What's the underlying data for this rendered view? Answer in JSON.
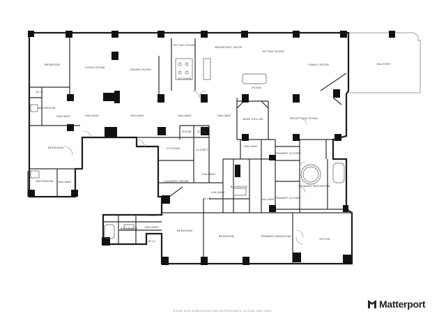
{
  "rooms": {
    "bedroom_nw": "BEDROOM",
    "living_room": "LIVING ROOM",
    "dining_room": "DINING ROOM",
    "sitting_room_top": "SITTING ROOM",
    "breakfast_nook": "BREAKFAST NOOK",
    "sitting_room": "SITTING ROOM",
    "family_room": "FAMILY ROOM",
    "balcony": "BALCONY",
    "kitchen_upper": "KITCHEN",
    "room_center": "ROOM",
    "wic_nw": "W.I.C",
    "bathroom_nw": "BATHROOM",
    "hallway_w": "HALLWAY",
    "hallway_1": "HALLWAY",
    "hallway_2": "HALLWAY",
    "hallway_3": "HALLWAY",
    "hallway_4": "HALLWAY",
    "wine_cellar": "WINE CELLAR",
    "reception_room": "RECEPTION ROOM",
    "room_a": "ROOM",
    "room_b": "ROOM",
    "bedroom_w": "BEDROOM",
    "kitchen_lower": "KITCHEN",
    "closet_a": "CLOSET",
    "hallway_mid": "HALLWAY",
    "primary_closet_1": "PRIMARY CLOSET",
    "primary_closet_2": "PRIMARY CLOSET",
    "primary_bathroom": "PRIMARY BATHROOM",
    "laundry_room": "LAUNDRY ROOM",
    "hallway_center": "HALLWAY",
    "bathroom_sw": "BATHROOM",
    "hallway_sw": "HALLWAY",
    "bathroom_center": "BATHROOM",
    "hallway_c2": "HALLWAY",
    "wic_c": "W.I.C",
    "hallway_c3": "HALLWAY",
    "wic_s1": "W.I.C",
    "bathroom_s": "BATHROOM",
    "hallway_s": "HALLWAY",
    "wic_s2": "W.I.C",
    "bedroom_s1": "BEDROOM",
    "bedroom_s2": "BEDROOM",
    "primary_bedroom": "PRIMARY BEDROOM",
    "office": "OFFICE"
  },
  "footer": {
    "disclaimer": "ROOM SIZE DIMENSIONS ARE APPROXIMATE. ACTUAL MAY VARY.",
    "brand": "Matterport"
  }
}
